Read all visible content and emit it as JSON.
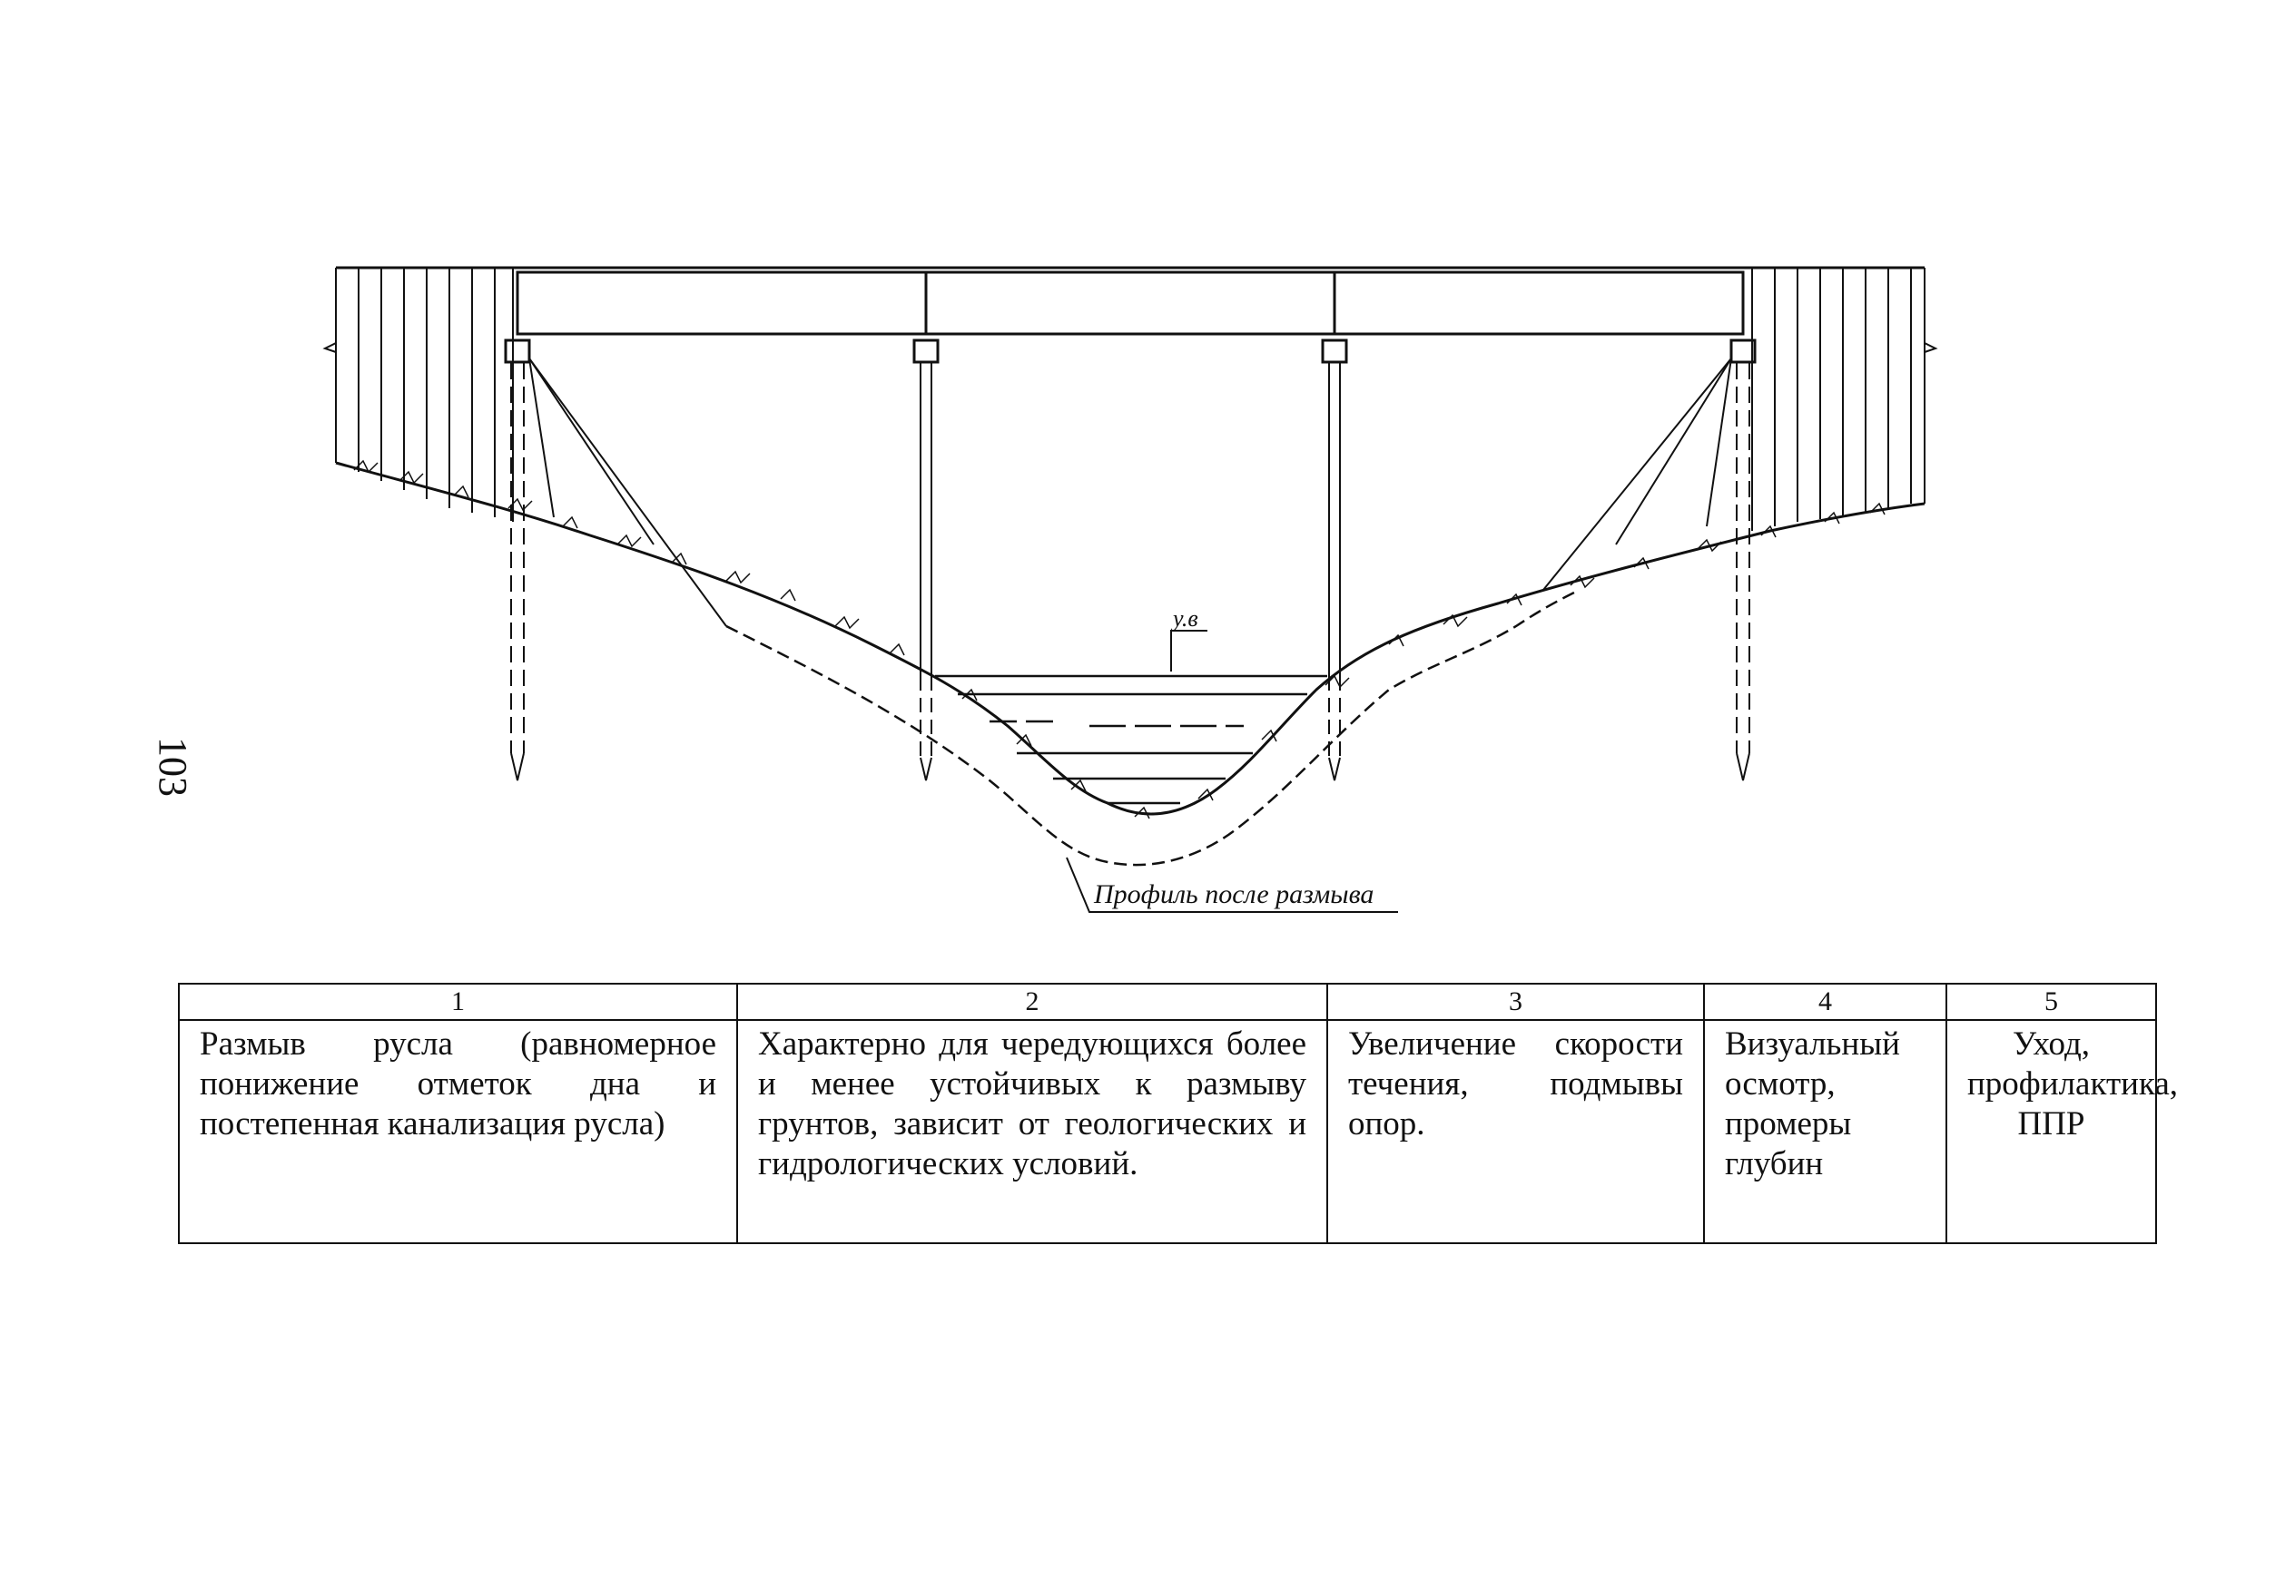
{
  "page": {
    "number": "103"
  },
  "diagram": {
    "water_level_label": "у.в",
    "scour_profile_label": "Профиль после размыва"
  },
  "table": {
    "columns": [
      "1",
      "2",
      "3",
      "4",
      "5"
    ],
    "rows": [
      {
        "cells": [
          "Размыв русла (равномерное понижение отметок дна и постепенная канализация русла)",
          "Характерно для чередующихся более и менее устойчивых к размыву грунтов, зависит от геологических и гидрологических условий.",
          "Увеличение скорости течения, подмывы опор.",
          "Визуальный осмотр, промеры глубин",
          "Уход, профилактика, ППР"
        ]
      }
    ]
  }
}
